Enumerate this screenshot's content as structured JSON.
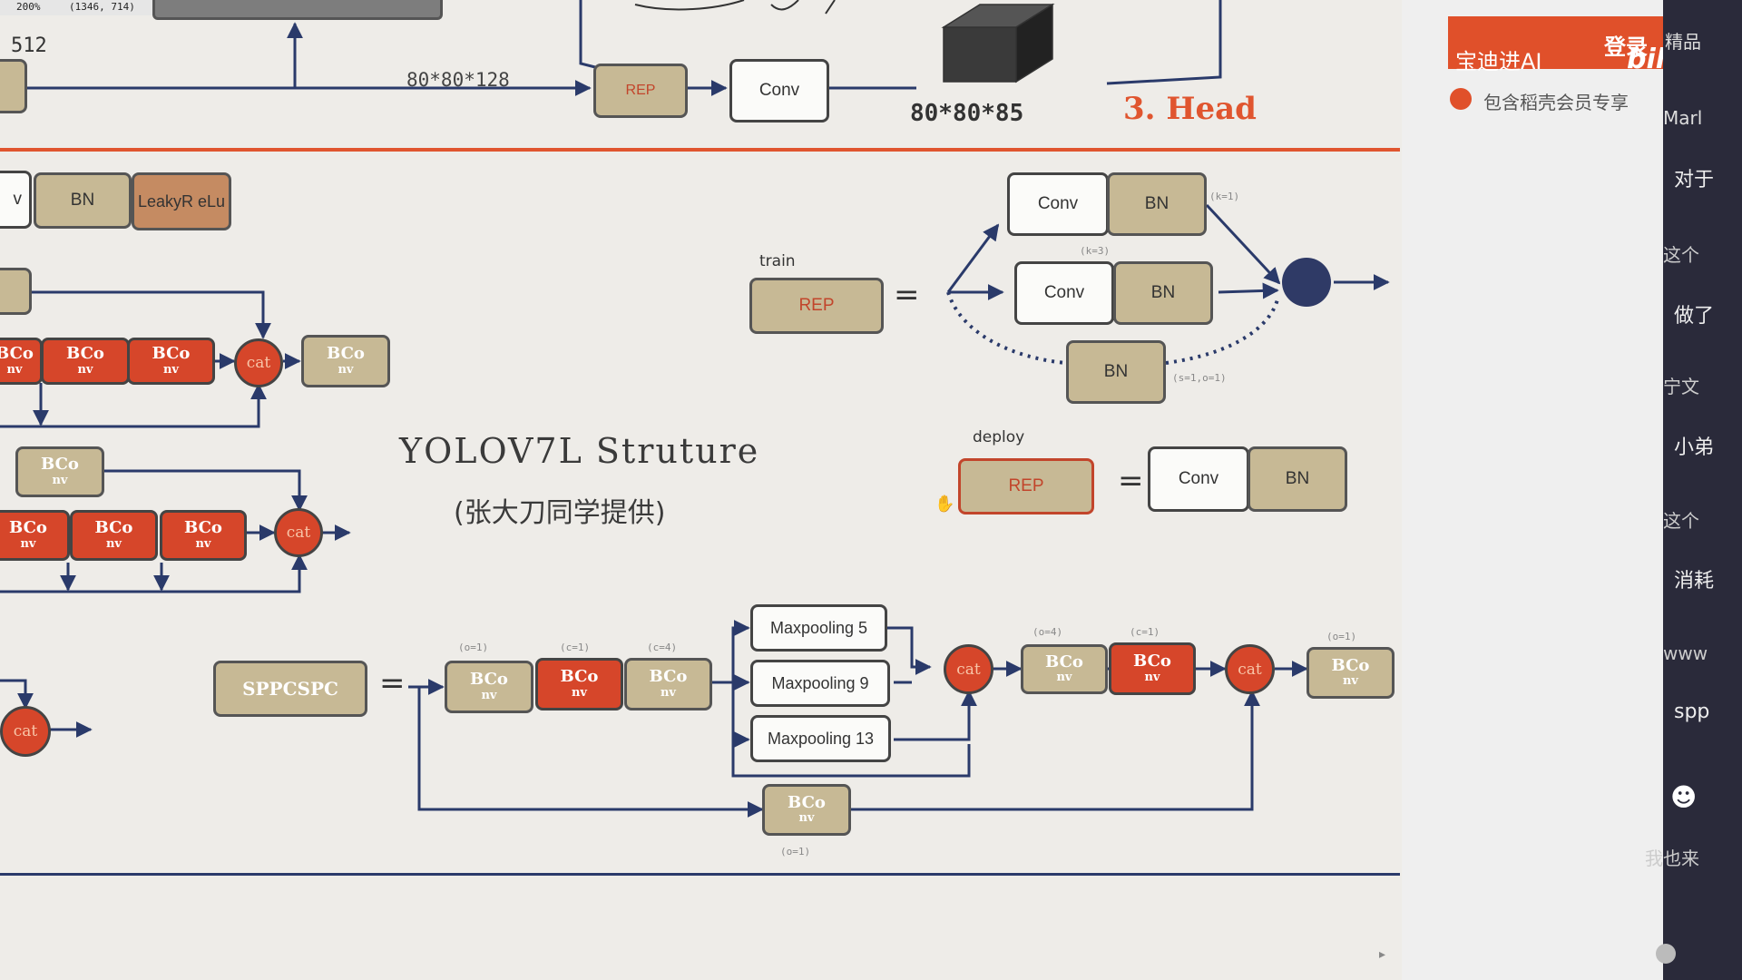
{
  "toolbar": {
    "zoom": "200%",
    "coords": "(1346, 714)",
    "color": "#EEECE1"
  },
  "top": {
    "dim_512": "512",
    "dim_128": "80*80*128",
    "rep_label": "REP",
    "conv_label": "Conv",
    "dim_85": "80*80*85",
    "head_label": "3. Head"
  },
  "legend": {
    "conv": "v",
    "bn": "BN",
    "act": "LeakyR eLu"
  },
  "bco": {
    "line1": "BCo",
    "line2": "nv"
  },
  "cat_label": "cat",
  "title": {
    "main": "YOLOV7L Struture",
    "sub": "(张大刀同学提供)"
  },
  "rep_block": {
    "train_label": "train",
    "deploy_label": "deploy",
    "rep": "REP",
    "equals": "=",
    "conv": "Conv",
    "bn": "BN",
    "note_k1": "(k=1)",
    "note_k3": "(k=3)",
    "note_s1": "(s=1,o=1)"
  },
  "spp": {
    "label": "SPPCSPC",
    "equals": "=",
    "pools": [
      "Maxpooling 5",
      "Maxpooling 9",
      "Maxpooling 13"
    ],
    "notes": [
      "(o=1)",
      "(c=1)",
      "(c=4)",
      "(o=4)",
      "(c=1)",
      "(o=1)",
      "(o=1)"
    ]
  },
  "panel": {
    "login": "登录",
    "banner": "宝迪进AI",
    "logo": "bili",
    "member": "包含稻壳会员专享",
    "side": [
      "精品",
      "Marl",
      "对于",
      "这个",
      "做了",
      "宁文",
      "小弟",
      "这个",
      "消耗",
      "www",
      "spp",
      "我也来"
    ]
  },
  "colors": {
    "accent": "#d6462a",
    "tan": "#c7b995",
    "line": "#2a3a6a",
    "divider": "#e0552f"
  }
}
